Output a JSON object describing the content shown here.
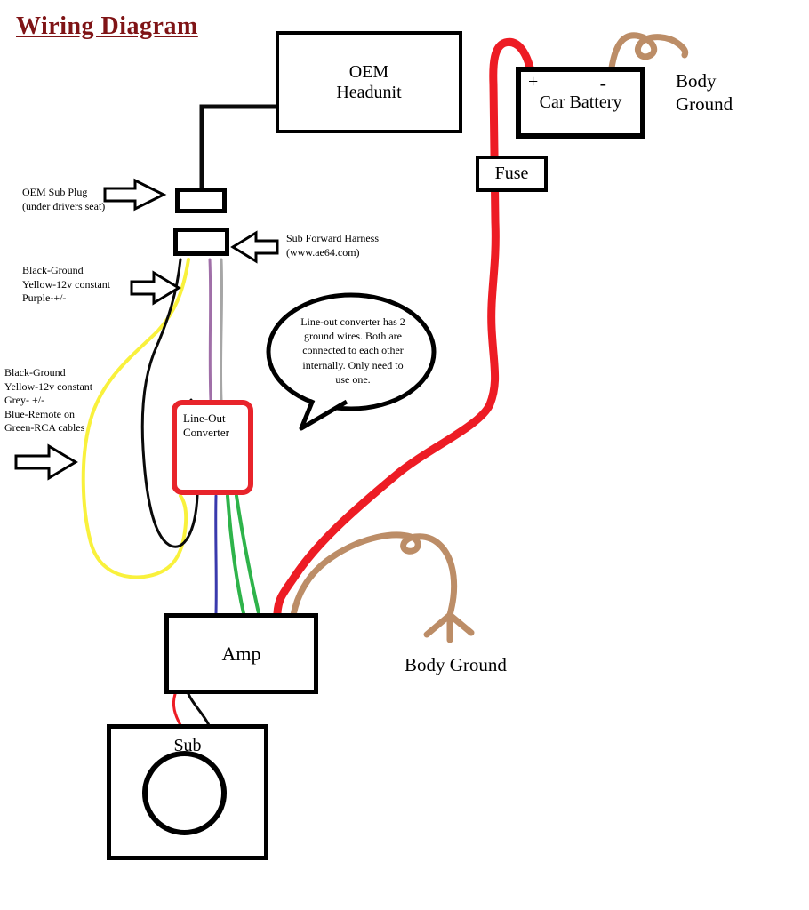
{
  "title": "Wiring Diagram",
  "colors": {
    "title_maroon": "#7f1416",
    "red_wire": "#ed1c24",
    "brown_wire": "#bc8d67",
    "yellow_wire": "#f9f13c",
    "green_wire": "#2eb34a",
    "purple_wire": "#a06fa8",
    "grey_wire": "#a6a6a6",
    "blue_wire": "#3a3aad",
    "black_wire": "#0a0a0a",
    "converter_border": "#e8242b"
  },
  "boxes": {
    "oem_headunit": {
      "label": "OEM\nHeadunit"
    },
    "car_battery": {
      "label": "Car Battery",
      "plus": "+",
      "minus": "-"
    },
    "fuse": {
      "label": "Fuse"
    },
    "line_out_converter": {
      "label": "Line-Out\nConverter"
    },
    "amp": {
      "label": "Amp"
    },
    "sub": {
      "label": "Sub"
    }
  },
  "labels": {
    "body_ground_top": "Body\nGround",
    "body_ground_bottom": "Body Ground",
    "oem_sub_plug": "OEM Sub Plug\n(under drivers seat)",
    "sub_forward_harness": "Sub Forward Harness\n(www.ae64.com)",
    "legend_plug_wires": "Black-Ground\nYellow-12v constant\nPurple-+/-",
    "legend_converter_wires": "Black-Ground\nYellow-12v constant\nGrey- +/-\nBlue-Remote on\nGreen-RCA cables",
    "bubble_note": "Line-out converter has 2 ground wires. Both are connected to each other internally. Only need to use one."
  }
}
